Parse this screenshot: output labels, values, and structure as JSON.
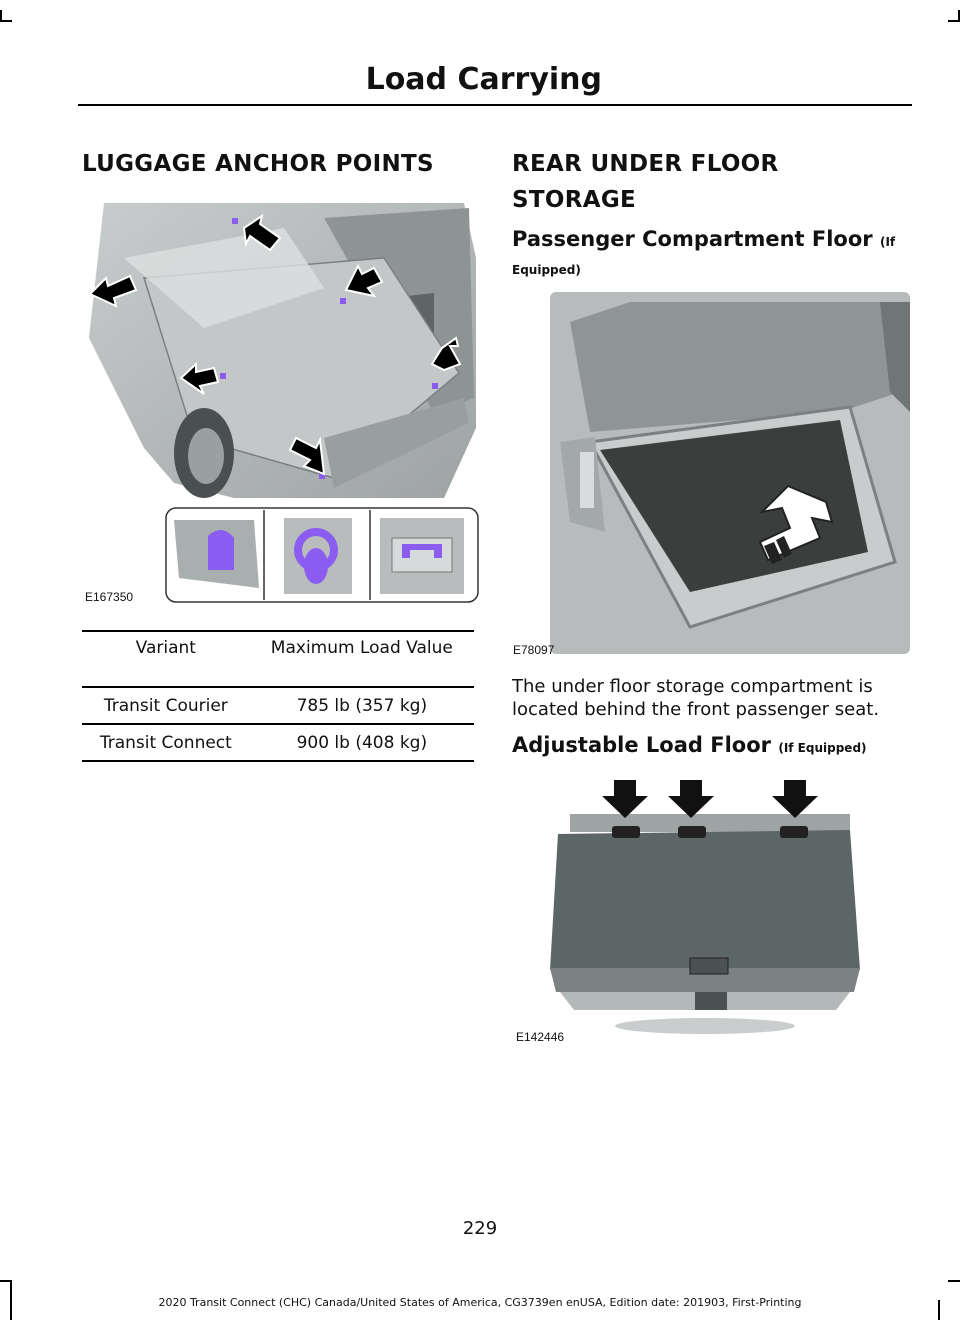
{
  "header": {
    "title": "Load Carrying"
  },
  "left": {
    "heading": "LUGGAGE ANCHOR POINTS",
    "figure_code": "E167350",
    "table": {
      "headers": [
        "Variant",
        "Maximum Load Value"
      ],
      "rows": [
        [
          "Transit Courier",
          "785 lb (357 kg)"
        ],
        [
          "Transit Connect",
          "900 lb (408 kg)"
        ]
      ]
    }
  },
  "right": {
    "heading_line1": "REAR UNDER FLOOR",
    "heading_line2": "STORAGE",
    "sub1_title": "Passenger Compartment Floor",
    "sub1_note": "(If",
    "sub1_note2": "Equipped)",
    "fig1_code": "E78097",
    "paragraph": "The under floor storage compartment is located behind the front passenger seat.",
    "sub2_title": "Adjustable Load Floor",
    "sub2_note": "(If Equipped)",
    "fig2_code": "E142446"
  },
  "page_number": "229",
  "footer": "2020 Transit Connect (CHC) Canada/United States of America, CG3739en enUSA, Edition date: 201903, First-Printing",
  "colors": {
    "anchor_purple": "#8a5cf0",
    "floor_dark": "#3a3f3e",
    "vehicle_gray": "#b8bcbc"
  }
}
